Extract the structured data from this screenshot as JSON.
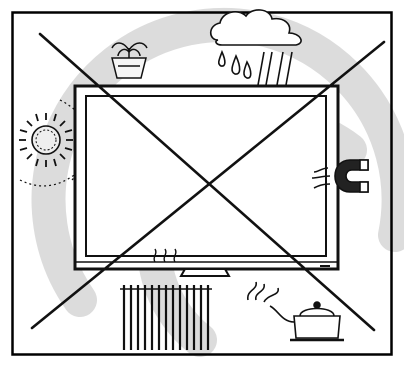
{
  "figure": {
    "kind": "warning-illustration",
    "prohibited": true,
    "subjects": [
      "television",
      "potted-plant",
      "rain-cloud",
      "sun",
      "magnet",
      "radiator-heater",
      "water-kettle"
    ]
  },
  "colors": {
    "ink": "#111111",
    "background": "#ffffff",
    "watermark": "#d9d9d9",
    "frame": "#000000"
  }
}
